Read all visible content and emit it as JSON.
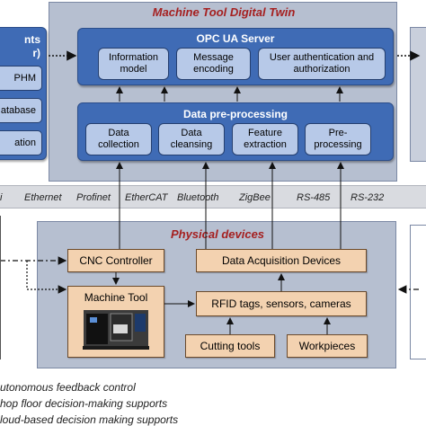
{
  "digital_twin": {
    "title": "Machine Tool Digital Twin",
    "opc_server": {
      "title": "OPC UA Server",
      "items": [
        "Information model",
        "Message encoding",
        "User authentication and authorization"
      ]
    },
    "preprocessing": {
      "title": "Data pre-processing",
      "items": [
        "Data collection",
        "Data cleansing",
        "Feature extraction",
        "Pre-processing"
      ]
    }
  },
  "left_panel": {
    "title_line1": "nts",
    "title_line2": "r)",
    "items": [
      "PHM",
      "atabase",
      "ation"
    ]
  },
  "protocols": [
    "i",
    "Ethernet",
    "Profinet",
    "EtherCAT",
    "Bluetooth",
    "ZigBee",
    "RS-485",
    "RS-232"
  ],
  "physical": {
    "title": "Physical devices",
    "cnc_controller": "CNC Controller",
    "machine_tool": "Machine Tool",
    "daq": "Data Acquisition Devices",
    "rfid": "RFID tags, sensors, cameras",
    "cutting_tools": "Cutting tools",
    "workpieces": "Workpieces"
  },
  "legend": [
    "utonomous feedback control",
    "hop floor decision-making supports",
    "loud-based decision making supports"
  ],
  "colors": {
    "panel": "#b6bfd0",
    "blue_box": "#3f6bb5",
    "inner_box": "#b7c9e8",
    "tan_box": "#f3d2b0",
    "title_red": "#a52020"
  }
}
